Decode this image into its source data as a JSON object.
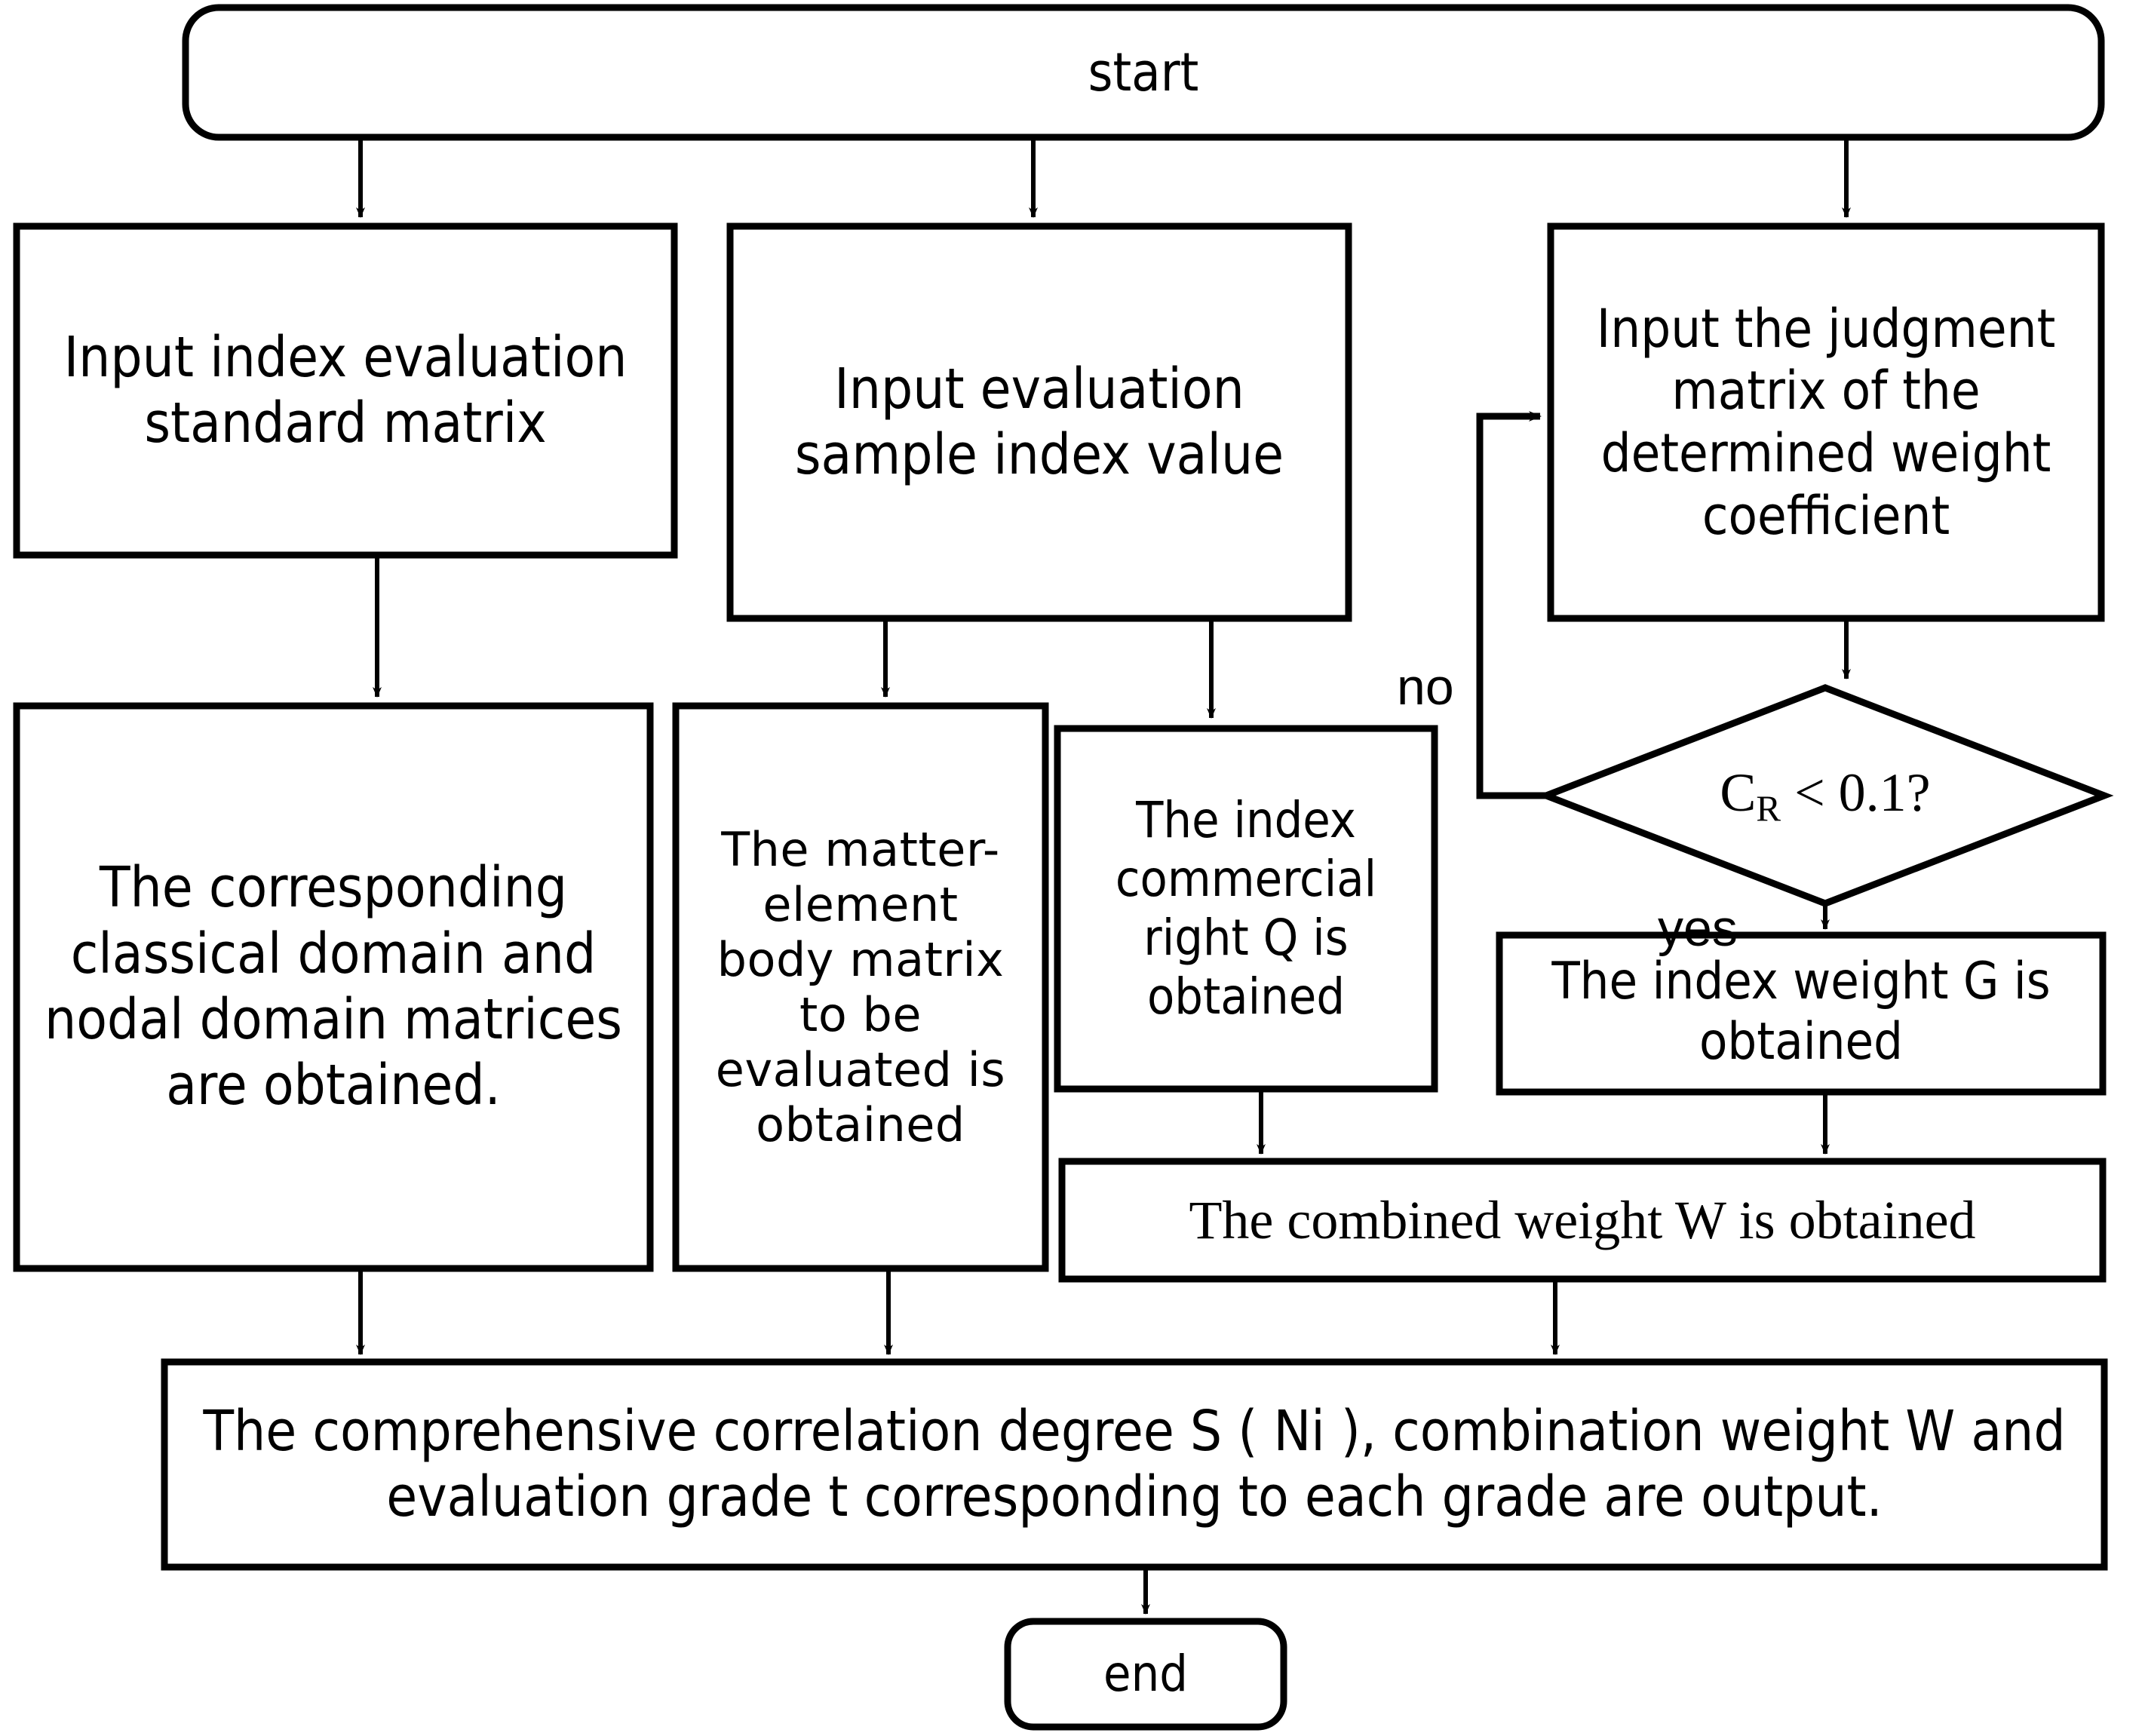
{
  "diagram": {
    "title": "Comprehensive evaluation flowchart",
    "stroke_color": "#000000",
    "fill_color": "#ffffff",
    "background": "#ffffff"
  },
  "nodes": {
    "start": {
      "label": "start",
      "shape": "terminator"
    },
    "input_standard_matrix": {
      "label": "Input index evaluation\nstandard matrix",
      "shape": "process"
    },
    "input_sample_index": {
      "label": "Input evaluation\nsample index value",
      "shape": "process"
    },
    "input_judgment_matrix": {
      "label": "Input the judgment\nmatrix of the\ndetermined weight\ncoefficient",
      "shape": "process"
    },
    "classical_nodal_domain": {
      "label": "The corresponding\nclassical domain and\nnodal domain matrices\nare obtained.",
      "shape": "process"
    },
    "matter_element_matrix": {
      "label": "The matter-\nelement\nbody matrix\nto be\nevaluated is\nobtained",
      "shape": "process"
    },
    "index_commercial_right": {
      "label": "The index\ncommercial\nright Q is\nobtained",
      "shape": "process"
    },
    "decision_cr": {
      "label_prefix": "C",
      "label_subscript": "R",
      "label_suffix": " < 0.1?",
      "label": "C_R < 0.1?",
      "shape": "decision"
    },
    "index_weight_g": {
      "label": "The index weight G is\nobtained",
      "shape": "process"
    },
    "combined_weight_w": {
      "label": "The combined weight W  is obtained",
      "shape": "process"
    },
    "output_results": {
      "label": "The comprehensive correlation degree S ( Ni ), combination weight W and\nevaluation grade t corresponding to each grade are output.",
      "shape": "process"
    },
    "end": {
      "label": "end",
      "shape": "terminator"
    }
  },
  "edge_labels": {
    "no": "no",
    "yes": "yes"
  }
}
